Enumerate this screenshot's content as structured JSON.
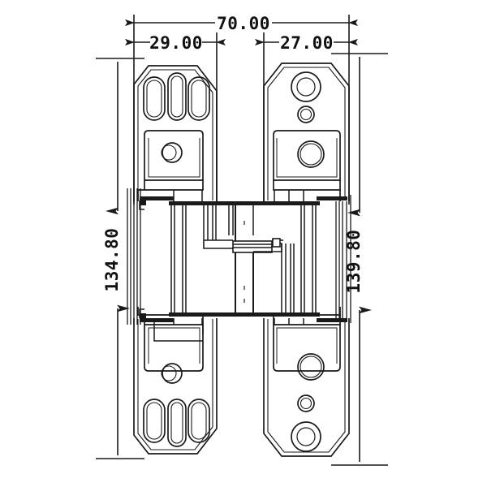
{
  "drawing": {
    "title": "Concealed Hinge Technical Drawing",
    "units": "mm",
    "line_color": "#1a1a1a",
    "background_color": "#ffffff",
    "dimensions": {
      "overall_width": "70.00",
      "left_leaf_width": "29.00",
      "right_leaf_width": "27.00",
      "left_height": "134.80",
      "right_height": "139.80"
    },
    "labels": {
      "width_total": "70.00",
      "width_left": "29.00",
      "width_right": "27.00",
      "height_left": "134.80",
      "height_right": "139.80"
    },
    "views": [
      {
        "name": "front-elevation",
        "leaves": [
          {
            "name": "left-leaf",
            "top_holes": [
              "oblong-slot",
              "oblong-slot",
              "oblong-slot"
            ],
            "plate_holes": [
              "round-hole"
            ],
            "bottom_holes": [
              "oblong-slot",
              "oblong-slot",
              "oblong-slot"
            ]
          },
          {
            "name": "right-leaf",
            "top_holes": [
              "large-round-hole",
              "small-round-hole"
            ],
            "plate_holes": [
              "round-hole"
            ],
            "bottom_holes": [
              "round-hole",
              "small-round-hole",
              "large-round-hole"
            ]
          }
        ],
        "center_body": {
          "name": "knuckle-assembly",
          "description": "central pivot barrel with stacked link arms"
        }
      }
    ]
  }
}
